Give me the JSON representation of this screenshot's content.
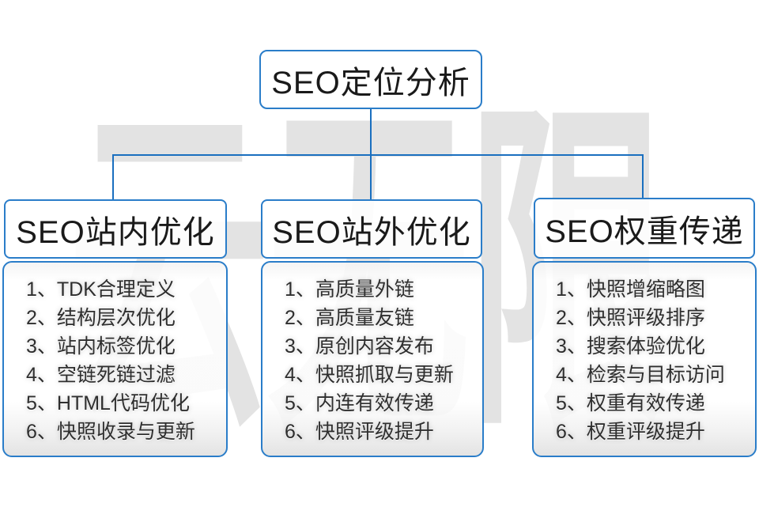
{
  "diagram": {
    "watermark": "云无限",
    "root": {
      "title": "SEO定位分析"
    },
    "branches": [
      {
        "title": "SEO站内优化",
        "items": [
          "1、TDK合理定义",
          "2、结构层次优化",
          "3、站内标签优化",
          "4、空链死链过滤",
          "5、HTML代码优化",
          "6、快照收录与更新"
        ]
      },
      {
        "title": "SEO站外优化",
        "items": [
          "1、高质量外链",
          "2、高质量友链",
          "3、原创内容发布",
          "4、快照抓取与更新",
          "5、内连有效传递",
          "6、快照评级提升"
        ]
      },
      {
        "title": "SEO权重传递",
        "items": [
          "1、快照增缩略图",
          "2、快照评级排序",
          "3、搜索体验优化",
          "4、检索与目标访问",
          "5、权重有效传递",
          "6、权重评级提升"
        ]
      }
    ],
    "colors": {
      "connector_blue": "#1a6fbf",
      "border_blue": "#2a7dc9",
      "watermark_gray": "#e3e3e3",
      "title_text": "#1a1a1a",
      "list_text": "#2e2e2e"
    }
  }
}
